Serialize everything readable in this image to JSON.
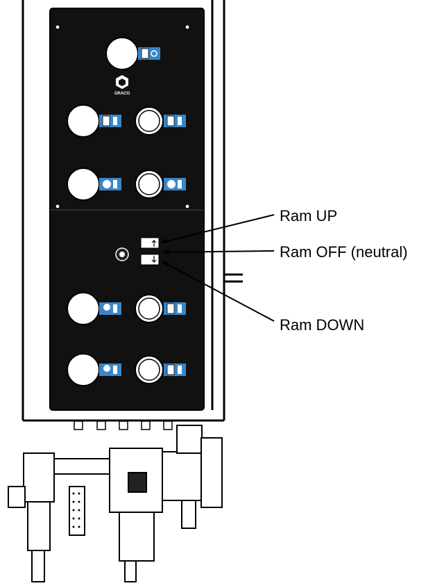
{
  "panel": {
    "brand_logo_text": "GRACO"
  },
  "callouts": {
    "ram_up": "Ram UP",
    "ram_off": "Ram OFF (neutral)",
    "ram_down": "Ram DOWN"
  },
  "colors": {
    "panel": "#111111",
    "label_accent": "#3a86c8",
    "outline": "#000000",
    "background": "#ffffff"
  },
  "icons": [
    "power-icon",
    "graco-logo",
    "pump-icon",
    "arrow-up-icon",
    "arrow-down-icon",
    "valve-knob-icon"
  ]
}
